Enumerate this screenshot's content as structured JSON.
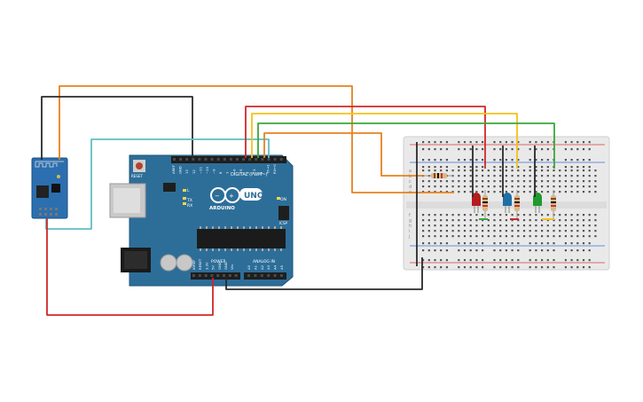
{
  "arduino": {
    "brand": "ARDUINO",
    "model": "UNO",
    "digital_header_label": "DIGITAL (PWM~)",
    "power_label": "POWER",
    "analog_label": "ANALOG IN",
    "reset_label": "RESET",
    "icsp_label": "ICSP",
    "on_label": "ON",
    "tx_label": "TX",
    "rx_label": "RX",
    "l_label": "L",
    "digital_pins": [
      "AREF",
      "GND",
      "13",
      "12",
      "~11",
      "~10",
      "~9",
      "8",
      "7",
      "~6",
      "~5",
      "4",
      "~3",
      "2",
      "TX→1",
      "RX←0"
    ],
    "power_pins": [
      "IOREF",
      "RESET",
      "3.3V",
      "5V",
      "GND",
      "GND",
      "Vin"
    ],
    "analog_pins": [
      "A0",
      "A1",
      "A2",
      "A3",
      "A4",
      "A5"
    ],
    "colors": {
      "board": "#2d6e99",
      "header": "#1e1e1e"
    }
  },
  "breadboard": {
    "row_letters_top": [
      "a",
      "b",
      "c",
      "d",
      "e"
    ],
    "row_letters_bottom": [
      "f",
      "g",
      "h",
      "i",
      "j"
    ],
    "colors": {
      "body": "#e9e9e9",
      "rail_red": "#d83a3a",
      "rail_blue": "#3a6ed8"
    }
  },
  "components": {
    "wifi_module": {
      "name": "esp8266-module",
      "color": "#2b6fb0"
    },
    "leds": [
      {
        "color_name": "red",
        "color": "#b71c1c"
      },
      {
        "color_name": "blue",
        "color": "#1e6fa6"
      },
      {
        "color_name": "green",
        "color": "#1f9a2f"
      }
    ],
    "resistor_count": 4
  },
  "wire_colors": {
    "orange": "#e6821e",
    "dark": "#2a2a2a",
    "teal": "#5fbfc4",
    "red": "#d02828",
    "yellow": "#f2c21b",
    "green": "#3aa83a"
  }
}
